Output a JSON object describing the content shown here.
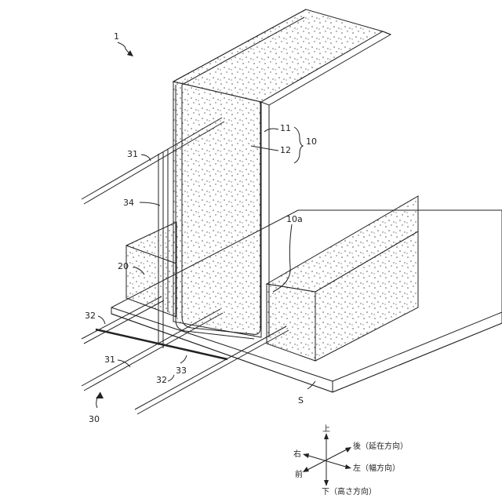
{
  "figure": {
    "labels": {
      "assembly": "1",
      "wall": "10",
      "wall_outer": "11",
      "wall_inner": "12",
      "wall_face": "10a",
      "block": "20",
      "grid": "30",
      "bar_31_top": "31",
      "bar_31_bottom": "31",
      "bar_32_top": "32",
      "bar_32_bottom": "32",
      "bar_33": "33",
      "bar_34": "34",
      "slab": "S"
    },
    "axes": {
      "up": "上",
      "down": "下（高さ方向）",
      "back": "後（延在方向）",
      "front": "前",
      "left": "左（幅方向）",
      "right": "右"
    }
  }
}
